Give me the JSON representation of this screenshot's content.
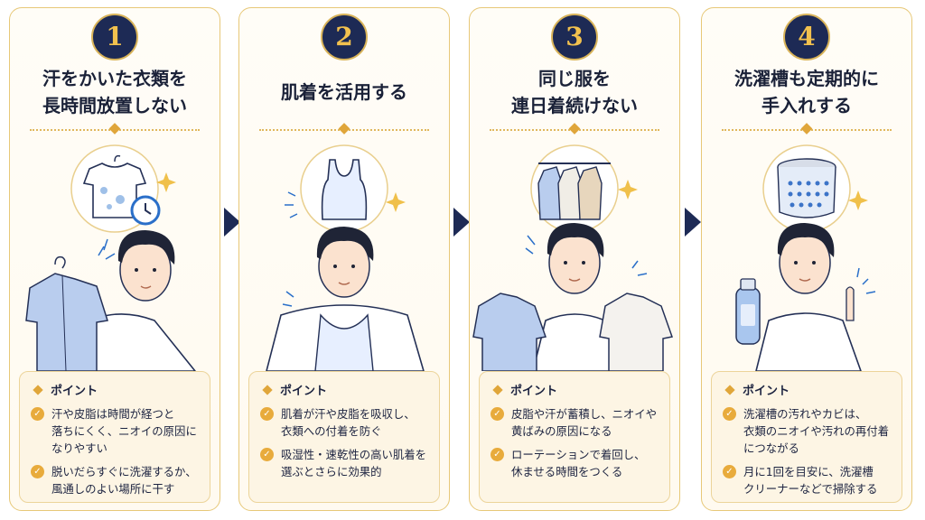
{
  "colors": {
    "navy": "#1d2a55",
    "gold": "#e0a63a",
    "shirt_blue": "#b9cdee",
    "card_border": "#e7c878"
  },
  "steps": [
    {
      "number": "1",
      "title_lines": [
        "汗をかいた衣類を",
        "長時間放置しない"
      ],
      "icon": "shirt-with-clock-icon",
      "point_label": "ポイント",
      "points": [
        "汗や皮脂は時間が経つと\n落ちにくく、ニオイの原因に\nなりやすい",
        "脱いだらすぐに洗濯するか、\n風通しのよい場所に干す"
      ]
    },
    {
      "number": "2",
      "title_lines": [
        "肌着を活用する"
      ],
      "icon": "undershirt-icon",
      "point_label": "ポイント",
      "points": [
        "肌着が汗や皮脂を吸収し、\n衣類への付着を防ぐ",
        "吸湿性・速乾性の高い肌着を\n選ぶとさらに効果的"
      ]
    },
    {
      "number": "3",
      "title_lines": [
        "同じ服を",
        "連日着続けない"
      ],
      "icon": "clothes-rack-icon",
      "point_label": "ポイント",
      "points": [
        "皮脂や汗が蓄積し、ニオイや\n黄ばみの原因になる",
        "ローテーションで着回し、\n休ませる時間をつくる"
      ]
    },
    {
      "number": "4",
      "title_lines": [
        "洗濯槽も定期的に",
        "手入れする"
      ],
      "icon": "washing-drum-icon",
      "point_label": "ポイント",
      "points": [
        "洗濯槽の汚れやカビは、\n衣類のニオイや汚れの再付着\nにつながる",
        "月に1回を目安に、洗濯槽\nクリーナーなどで掃除する"
      ]
    }
  ]
}
